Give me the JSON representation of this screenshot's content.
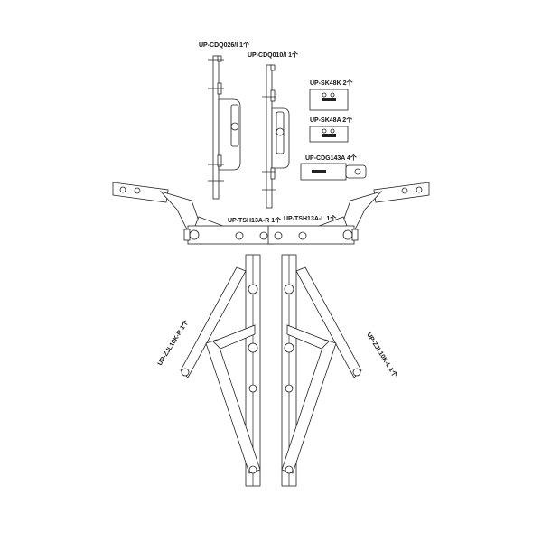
{
  "parts": [
    {
      "id": "cdq026",
      "label": "UP-CDQ026/I 1个"
    },
    {
      "id": "cdq010",
      "label": "UP-CDQ010/I 1个"
    },
    {
      "id": "sk48k",
      "label": "UP-SK48K 2个"
    },
    {
      "id": "sk48a",
      "label": "UP-SK48A 2个"
    },
    {
      "id": "cdg143a",
      "label": "UP-CDG143A 4个"
    },
    {
      "id": "tsh13a_r",
      "label": "UP-TSH13A-R 1个"
    },
    {
      "id": "tsh13a_l",
      "label": "UP-TSH13A-L 1个"
    },
    {
      "id": "zjl10k_r",
      "label": "UP-ZJL10K-R 1个"
    },
    {
      "id": "zjl10k_l",
      "label": "UP-ZJL10K-L 1个"
    }
  ],
  "colors": {
    "line": "#222222",
    "background": "#ffffff"
  }
}
